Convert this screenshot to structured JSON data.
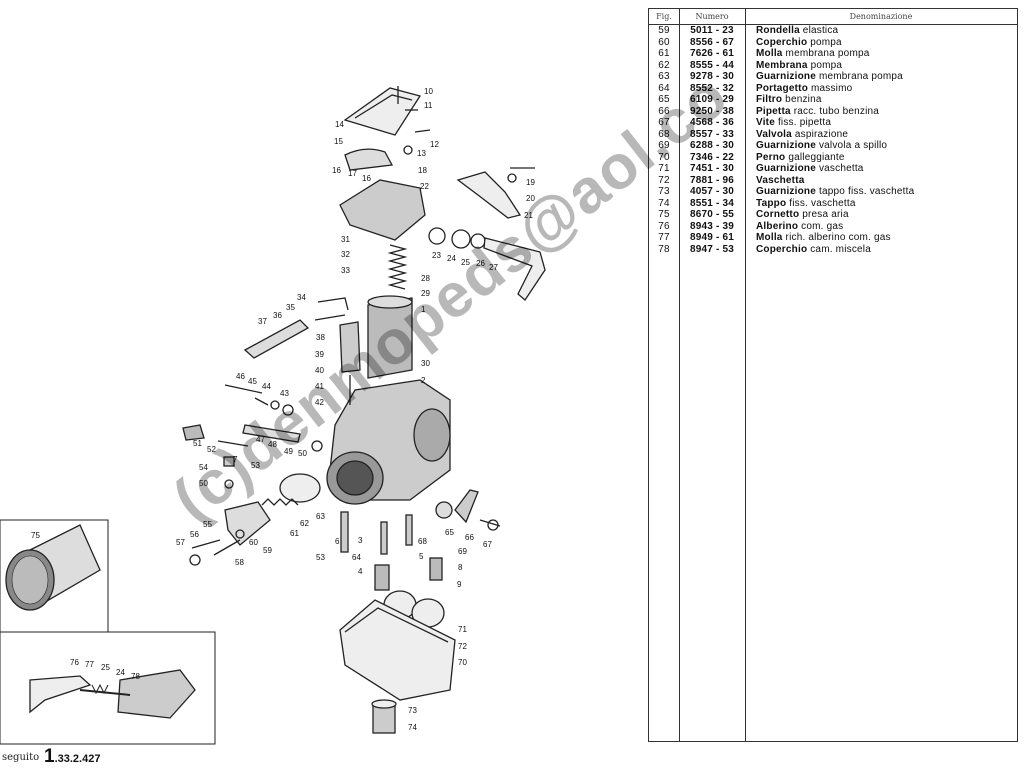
{
  "table": {
    "headers": {
      "fig": "Fig.",
      "numero": "Numero",
      "denominazione": "Denominazione"
    },
    "rows": [
      {
        "fig": "59",
        "num": "5011 - 23",
        "bold": "Rondella",
        "rest": " elastica"
      },
      {
        "fig": "60",
        "num": "8556 - 67",
        "bold": "Coperchio",
        "rest": " pompa"
      },
      {
        "fig": "61",
        "num": "7626 - 61",
        "bold": "Molla",
        "rest": " membrana pompa"
      },
      {
        "fig": "62",
        "num": "8555 - 44",
        "bold": "Membrana",
        "rest": " pompa"
      },
      {
        "fig": "63",
        "num": "9278 - 30",
        "bold": "Guarnizione",
        "rest": " membrana pompa"
      },
      {
        "fig": "64",
        "num": "8552 - 32",
        "bold": "Portagetto",
        "rest": " massimo"
      },
      {
        "fig": "65",
        "num": "6109 - 29",
        "bold": "Filtro",
        "rest": " benzina"
      },
      {
        "fig": "66",
        "num": "9250 - 38",
        "bold": "Pipetta",
        "rest": " racc. tubo benzina"
      },
      {
        "fig": "67",
        "num": "4568 - 36",
        "bold": "Vite",
        "rest": " fiss. pipetta"
      },
      {
        "fig": "68",
        "num": "8557 - 33",
        "bold": "Valvola",
        "rest": " aspirazione"
      },
      {
        "fig": "69",
        "num": "6288 - 30",
        "bold": "Guarnizione",
        "rest": " valvola a spillo"
      },
      {
        "fig": "70",
        "num": "7346 - 22",
        "bold": "Perno",
        "rest": " galleggiante"
      },
      {
        "fig": "71",
        "num": "7451 - 30",
        "bold": "Guarnizione",
        "rest": " vaschetta"
      },
      {
        "fig": "72",
        "num": "7881 - 96",
        "bold": "Vaschetta",
        "rest": ""
      },
      {
        "fig": "73",
        "num": "4057 - 30",
        "bold": "Guarnizione",
        "rest": " tappo fiss. vaschetta"
      },
      {
        "fig": "74",
        "num": "8551 - 34",
        "bold": "Tappo",
        "rest": " fiss. vaschetta"
      },
      {
        "fig": "75",
        "num": "8670 - 55",
        "bold": "Cornetto",
        "rest": " presa aria"
      },
      {
        "fig": "76",
        "num": "8943 - 39",
        "bold": "Alberino",
        "rest": " com. gas"
      },
      {
        "fig": "77",
        "num": "8949 - 61",
        "bold": "Molla",
        "rest": " rich. alberino com. gas"
      },
      {
        "fig": "78",
        "num": "8947 - 53",
        "bold": "Coperchio",
        "rest": " cam. miscela"
      }
    ]
  },
  "callouts": [
    "10",
    "11",
    "12",
    "13",
    "14",
    "15",
    "16",
    "17",
    "16",
    "18",
    "19",
    "20",
    "21",
    "22",
    "23",
    "24",
    "25",
    "26",
    "27",
    "28",
    "29",
    "1",
    "30",
    "2",
    "31",
    "32",
    "33",
    "34",
    "35",
    "36",
    "37",
    "38",
    "39",
    "40",
    "41",
    "42",
    "43",
    "44",
    "45",
    "46",
    "47",
    "48",
    "49",
    "50",
    "51",
    "52",
    "7",
    "53",
    "54",
    "50",
    "55",
    "56",
    "57",
    "58",
    "59",
    "60",
    "61",
    "62",
    "63",
    "5",
    "6",
    "3",
    "68",
    "4",
    "64",
    "53",
    "69",
    "8",
    "9",
    "65",
    "66",
    "67",
    "71",
    "72",
    "70",
    "73",
    "74",
    "75",
    "76",
    "77",
    "25",
    "24",
    "78"
  ],
  "footer": {
    "seguito": "seguito",
    "code_big": "1",
    "code_rest": ".33.2.427"
  },
  "watermark": "(c)denmopeds@aol.co"
}
